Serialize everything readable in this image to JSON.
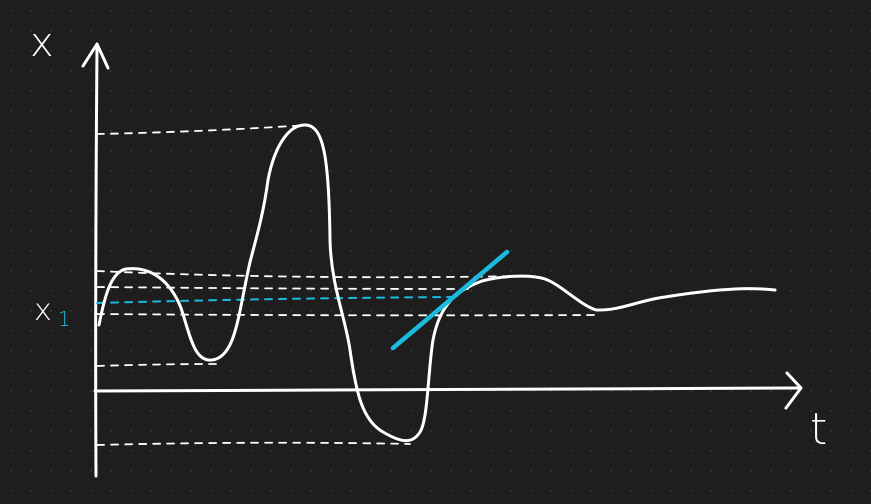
{
  "labels": {
    "y_axis": "x",
    "x_axis": "t",
    "reference_level": "x",
    "reference_subscript": "1"
  },
  "colors": {
    "background": "#1e1e1e",
    "grid_dot": "#3a3a3a",
    "ink": "#ffffff",
    "accent": "#1bbbdf"
  }
}
